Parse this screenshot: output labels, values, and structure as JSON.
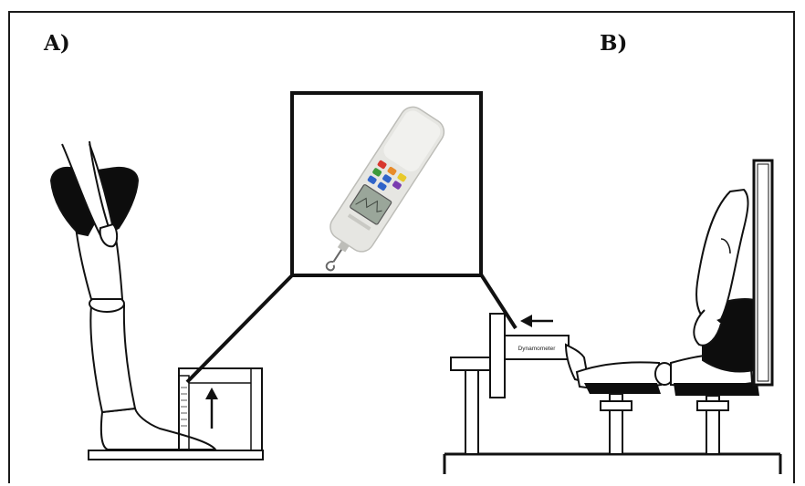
{
  "panel_labels": {
    "a": "A)",
    "b": "B)"
  },
  "dynamometer_label": "Dynamometer",
  "colors": {
    "stroke": "#111111",
    "fill_black": "#0d0d0d",
    "device_body": "#e6e6e2",
    "device_screen": "#9aa69a"
  },
  "device_keys": [
    "red",
    "orange",
    "yellow",
    "green",
    "blue",
    "purple",
    "blue",
    "blue"
  ],
  "icons": [
    "arrow-up-icon",
    "arrow-left-icon",
    "hook-icon"
  ]
}
